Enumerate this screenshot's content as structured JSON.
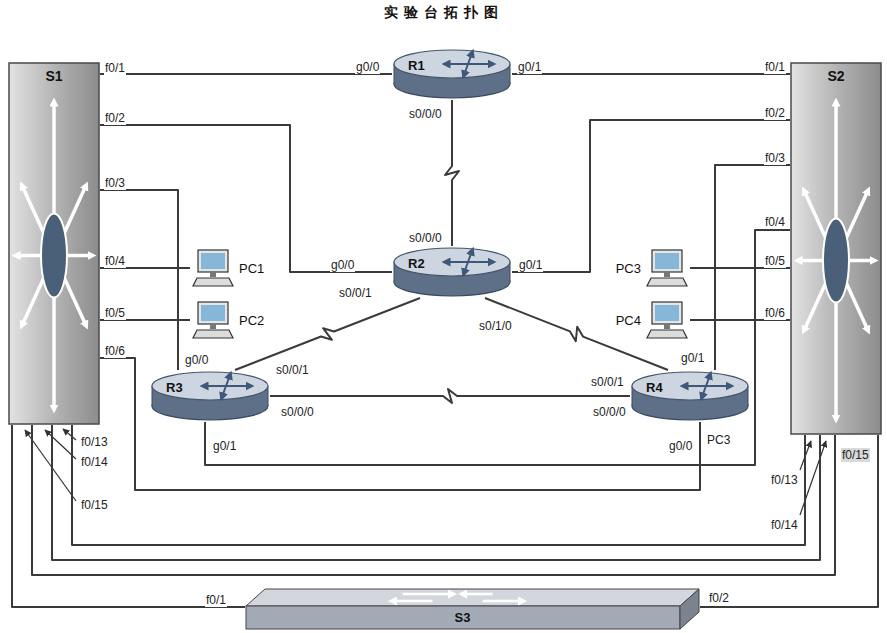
{
  "diagram": {
    "title": "实验台拓扑图",
    "nodes": [
      {
        "text": [
          "S1"
        ]
      },
      {
        "text": [
          "R1"
        ]
      },
      {
        "text": [
          "S2"
        ]
      },
      {
        "text": [
          "PC1"
        ]
      },
      {
        "text": [
          "R2"
        ]
      },
      {
        "text": [
          "PC3"
        ]
      },
      {
        "text": [
          "PC2"
        ]
      },
      {
        "text": [
          "PC4"
        ]
      },
      {
        "text": [
          "R3"
        ]
      },
      {
        "text": [
          "R4"
        ]
      },
      {
        "text": [
          "S3"
        ]
      }
    ],
    "edges": [
      {
        "from": 0,
        "to": 1,
        "arrow": "none"
      },
      {
        "from": 1,
        "to": 2,
        "arrow": "none"
      },
      {
        "from": 1,
        "to": 4,
        "arrow": "none"
      },
      {
        "from": 0,
        "to": 4,
        "arrow": "none"
      },
      {
        "from": 4,
        "to": 2,
        "arrow": "none"
      },
      {
        "from": 4,
        "to": 8,
        "arrow": "none"
      },
      {
        "from": 4,
        "to": 9,
        "arrow": "none"
      },
      {
        "from": 8,
        "to": 9,
        "arrow": "none"
      },
      {
        "from": 0,
        "to": 8,
        "arrow": "none"
      },
      {
        "from": 0,
        "to": 3,
        "arrow": "none"
      },
      {
        "from": 0,
        "to": 6,
        "arrow": "none"
      },
      {
        "from": 0,
        "to": 9,
        "arrow": "none"
      },
      {
        "from": 2,
        "to": 8,
        "arrow": "none"
      },
      {
        "from": 2,
        "to": 9,
        "arrow": "none"
      },
      {
        "from": 2,
        "to": 5,
        "arrow": "none"
      },
      {
        "from": 2,
        "to": 7,
        "arrow": "none"
      },
      {
        "from": 0,
        "to": 2,
        "arrow": "none"
      },
      {
        "from": 0,
        "to": 2,
        "arrow": "none"
      },
      {
        "from": 0,
        "to": 2,
        "arrow": "none"
      },
      {
        "from": 10,
        "to": 0,
        "arrow": "none"
      },
      {
        "from": 10,
        "to": 2,
        "arrow": "none"
      }
    ],
    "labels": [
      "f0/1",
      "g0/0",
      "g0/1",
      "f0/1",
      "f0/2",
      "s0/0/0",
      "f0/2",
      "f0/3",
      "f0/3",
      "s0/0/0",
      "g0/0",
      "g0/1",
      "f0/4",
      "f0/4",
      "f0/5",
      "s0/0/1",
      "s0/1/0",
      "f0/5",
      "f0/6",
      "f0/6",
      "g0/0",
      "g0/1",
      "s0/0/1",
      "s0/0/1",
      "s0/0/0",
      "s0/0/0",
      "g0/1",
      "g0/0",
      "PC3",
      "f0/13",
      "f0/14",
      "f0/13",
      "f0/15",
      "f0/15",
      "f0/14",
      "f0/1",
      "f0/2"
    ]
  }
}
